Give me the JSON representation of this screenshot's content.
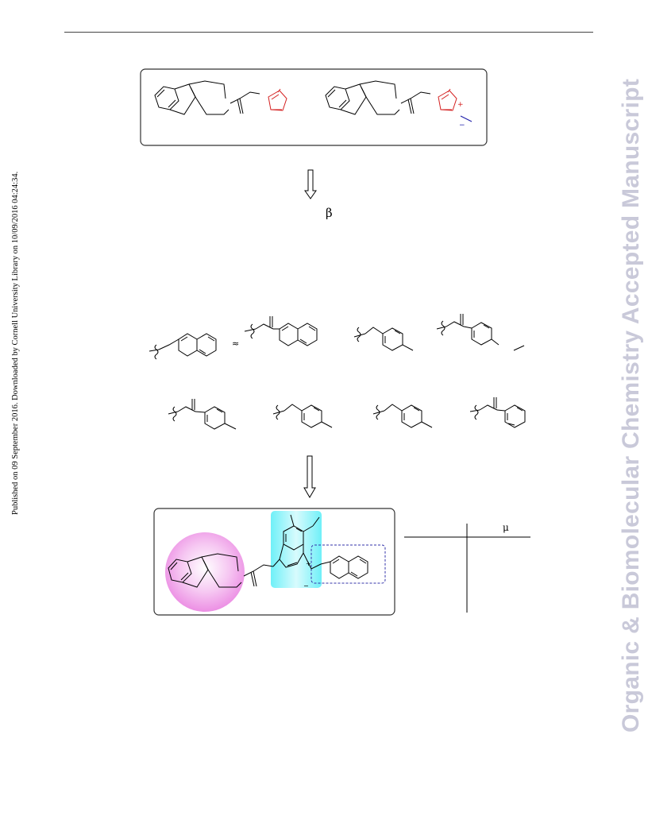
{
  "sidebar_left": "Published on 09 September 2016. Downloaded by Cornell University Library on 10/09/2016 04:24:34.",
  "watermark": "Organic & Biomolecular Chemistry Accepted Manuscript",
  "labels": {
    "beta": "β",
    "mu": "μ",
    "plus_1": "+",
    "minus_1": "−",
    "plus_2": "+",
    "minus_2": "−"
  },
  "colors": {
    "imidazolium": "#d42020",
    "counter_ion": "#1a1aa8",
    "dna_binder_highlight": "#f2a0ec",
    "linker_highlight": "#40e0f0",
    "intercalator_box": "#3333aa"
  }
}
